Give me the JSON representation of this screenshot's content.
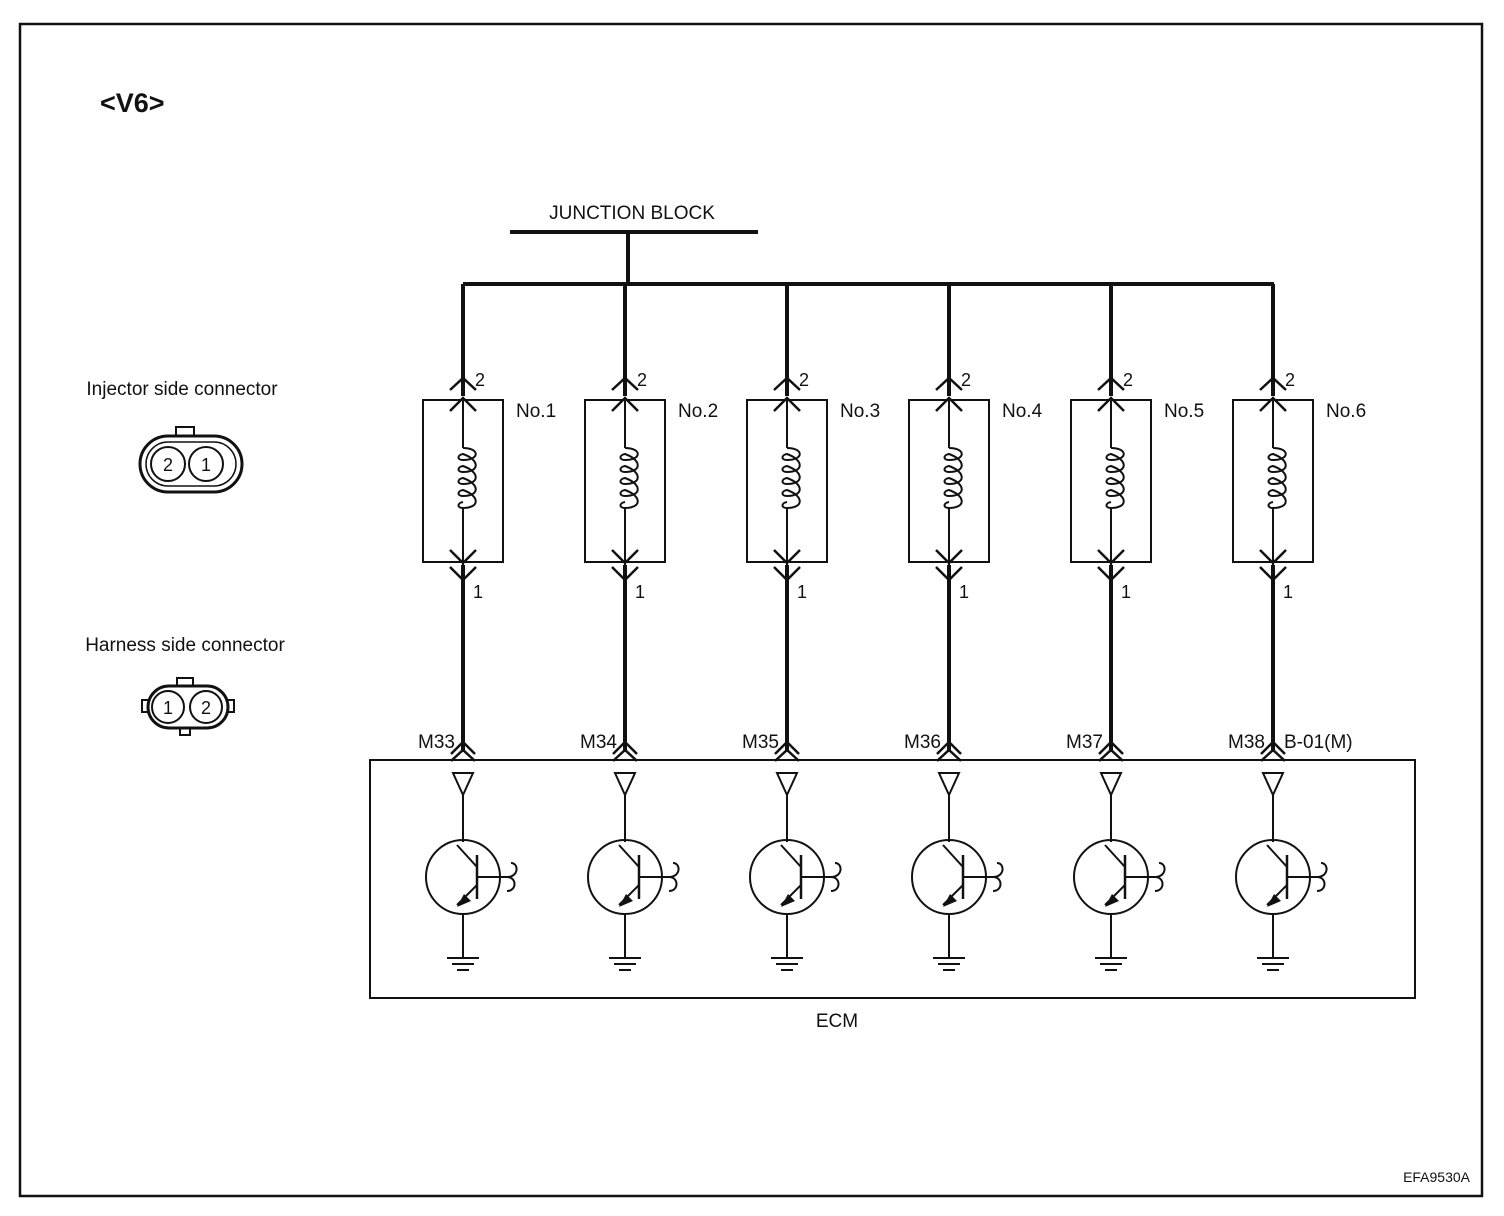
{
  "title": "<V6>",
  "injector_connector": {
    "label": "Injector side connector",
    "pins": [
      "2",
      "1"
    ]
  },
  "harness_connector": {
    "label": "Harness side connector",
    "pins": [
      "1",
      "2"
    ]
  },
  "junction_block": {
    "label": "JUNCTION BLOCK"
  },
  "injectors": [
    {
      "name": "No.1",
      "pin_top": "2",
      "pin_bottom": "1",
      "ecm_pin": "M33"
    },
    {
      "name": "No.2",
      "pin_top": "2",
      "pin_bottom": "1",
      "ecm_pin": "M34"
    },
    {
      "name": "No.3",
      "pin_top": "2",
      "pin_bottom": "1",
      "ecm_pin": "M35"
    },
    {
      "name": "No.4",
      "pin_top": "2",
      "pin_bottom": "1",
      "ecm_pin": "M36"
    },
    {
      "name": "No.5",
      "pin_top": "2",
      "pin_bottom": "1",
      "ecm_pin": "M37"
    },
    {
      "name": "No.6",
      "pin_top": "2",
      "pin_bottom": "1",
      "ecm_pin": "M38"
    }
  ],
  "ecm": {
    "label": "ECM",
    "connector": "B-01(M)"
  },
  "figure_code": "EFA9530A"
}
